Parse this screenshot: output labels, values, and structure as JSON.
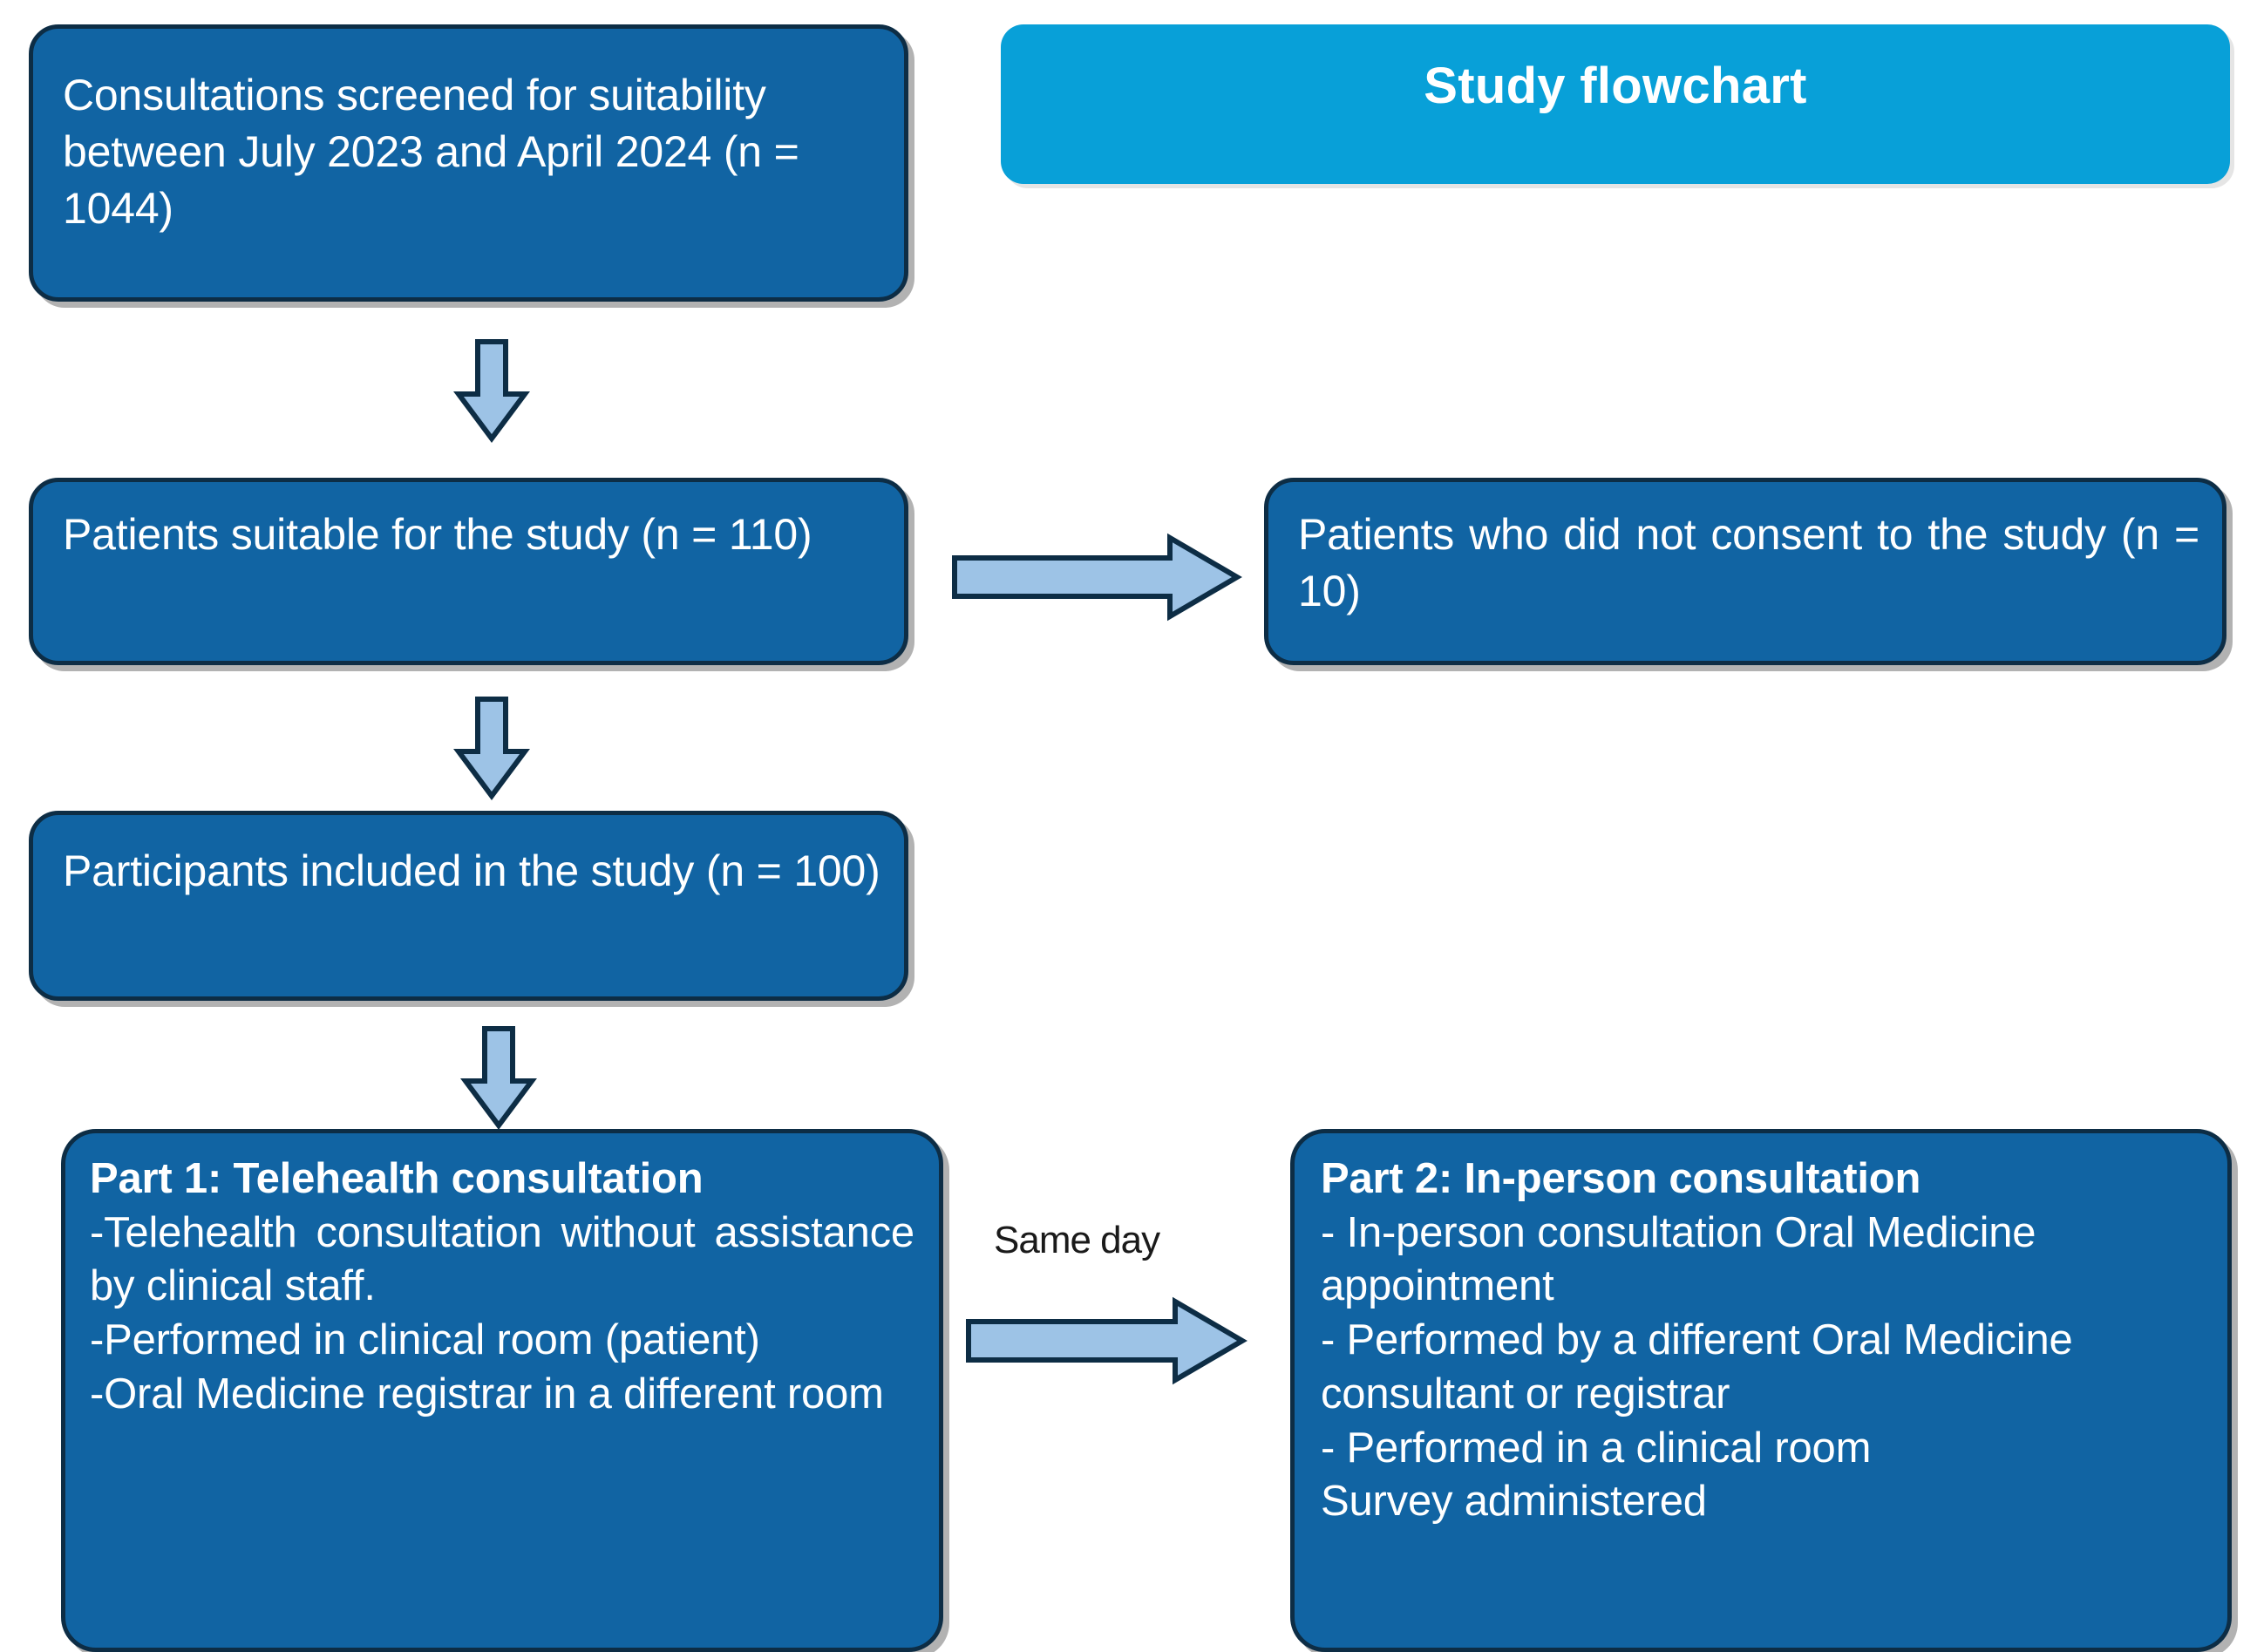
{
  "figure": {
    "title": "Study flowchart",
    "accent_dark_blue": "#1164A3",
    "accent_light_blue": "#08A0D8",
    "arrow_fill": "#9DC3E6",
    "arrow_stroke": "#0d2d45",
    "text_color": "#ffffff"
  },
  "nodes": {
    "screened": {
      "text": "Consultations screened for suitability between July 2023 and April 2024 (n = 1044)"
    },
    "suitable": {
      "text": "Patients suitable for the study (n = 110)"
    },
    "no_consent": {
      "text": "Patients who did not consent to the study (n = 10)"
    },
    "included": {
      "text": "Participants included in the study (n = 100)"
    },
    "part1": {
      "heading": "Part 1: Telehealth consultation",
      "body": "-Telehealth consultation without assistance by clinical staff.\n-Performed in clinical room (patient)\n-Oral Medicine registrar in a different room"
    },
    "part2": {
      "heading": "Part 2: In-person consultation",
      "body": "- In-person consultation Oral Medicine appointment\n- Performed by a different Oral Medicine consultant or registrar\n- Performed in a clinical room\nSurvey administered"
    }
  },
  "edges": {
    "screened_to_suitable": {
      "label": ""
    },
    "suitable_to_noconsent": {
      "label": ""
    },
    "suitable_to_included": {
      "label": ""
    },
    "included_to_part1": {
      "label": ""
    },
    "part1_to_part2": {
      "label": "Same day"
    }
  },
  "chart_data": {
    "type": "flowchart",
    "title": "Study flowchart",
    "nodes": [
      {
        "id": "screened",
        "label": "Consultations screened for suitability between July 2023 and April 2024 (n = 1044)",
        "n": 1044
      },
      {
        "id": "suitable",
        "label": "Patients suitable for the study (n = 110)",
        "n": 110
      },
      {
        "id": "no_consent",
        "label": "Patients who did not consent to the study (n = 10)",
        "n": 10
      },
      {
        "id": "included",
        "label": "Participants included in the study (n = 100)",
        "n": 100
      },
      {
        "id": "part1",
        "label": "Part 1: Telehealth consultation",
        "n": null
      },
      {
        "id": "part2",
        "label": "Part 2: In-person consultation",
        "n": null
      }
    ],
    "edges": [
      {
        "from": "screened",
        "to": "suitable",
        "label": "",
        "direction": "down"
      },
      {
        "from": "suitable",
        "to": "no_consent",
        "label": "",
        "direction": "right"
      },
      {
        "from": "suitable",
        "to": "included",
        "label": "",
        "direction": "down"
      },
      {
        "from": "included",
        "to": "part1",
        "label": "",
        "direction": "down"
      },
      {
        "from": "part1",
        "to": "part2",
        "label": "Same day",
        "direction": "right"
      }
    ]
  }
}
